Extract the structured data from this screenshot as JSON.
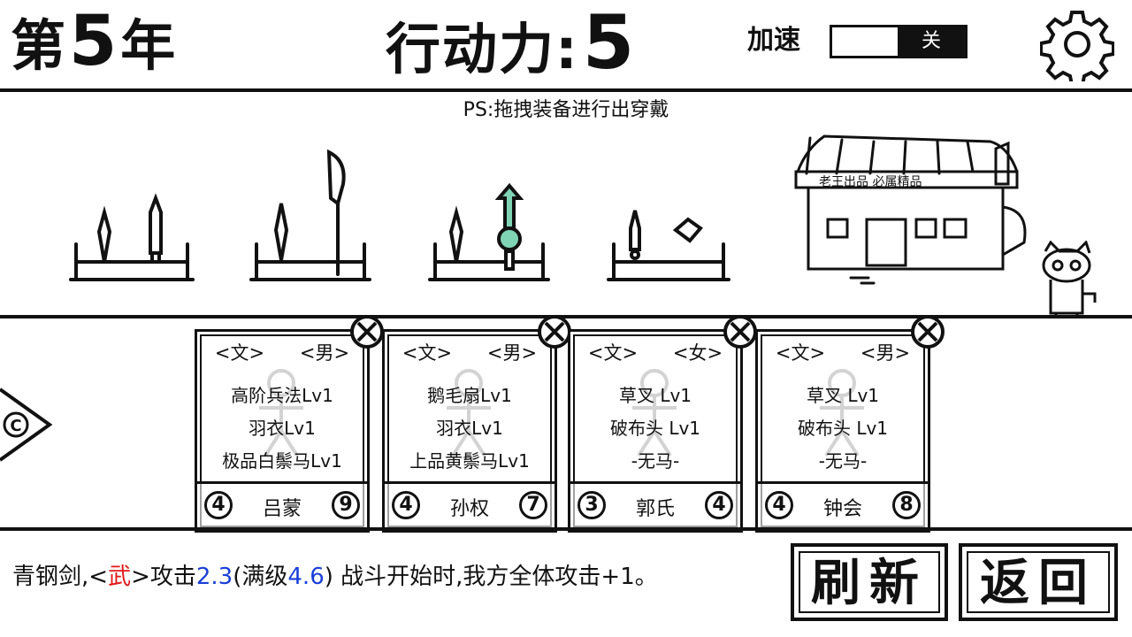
{
  "header": {
    "year_prefix": "第",
    "year_value": "5",
    "year_suffix": "年",
    "action_label": "行动力:",
    "action_value": "5",
    "speed_label": "加速",
    "speed_state": "关"
  },
  "hint": "PS:拖拽装备进行出穿戴",
  "shop": {
    "sign": "老王出品 必属精品"
  },
  "cards": [
    {
      "tag_left": "<文>",
      "tag_right": "<男>",
      "items": [
        "高阶兵法Lv1",
        "羽衣Lv1",
        "极品白鬃马Lv1"
      ],
      "name": "吕蒙",
      "stat_left": "4",
      "stat_right": "9"
    },
    {
      "tag_left": "<文>",
      "tag_right": "<男>",
      "items": [
        "鹅毛扇Lv1",
        "羽衣Lv1",
        "上品黄鬃马Lv1"
      ],
      "name": "孙权",
      "stat_left": "4",
      "stat_right": "7"
    },
    {
      "tag_left": "<文>",
      "tag_right": "<女>",
      "items": [
        "草叉 Lv1",
        "破布头 Lv1",
        "-无马-"
      ],
      "name": "郭氏",
      "stat_left": "3",
      "stat_right": "4"
    },
    {
      "tag_left": "<文>",
      "tag_right": "<男>",
      "items": [
        "草叉 Lv1",
        "破布头 Lv1",
        "-无马-"
      ],
      "name": "钟会",
      "stat_left": "4",
      "stat_right": "8"
    }
  ],
  "side_arrow_label": "C",
  "description": {
    "part1": "青钢剑,<",
    "type": "武",
    "part2": ">攻击",
    "attack": "2.3",
    "part3": "(满级",
    "max_attack": "4.6",
    "part4": ") 战斗开始时,我方全体攻击+1。"
  },
  "buttons": {
    "refresh": "刷新",
    "back": "返回"
  },
  "colors": {
    "highlight_red": "#e21818",
    "highlight_blue": "#1a3fd8",
    "gem_green": "#7fd4b6"
  }
}
